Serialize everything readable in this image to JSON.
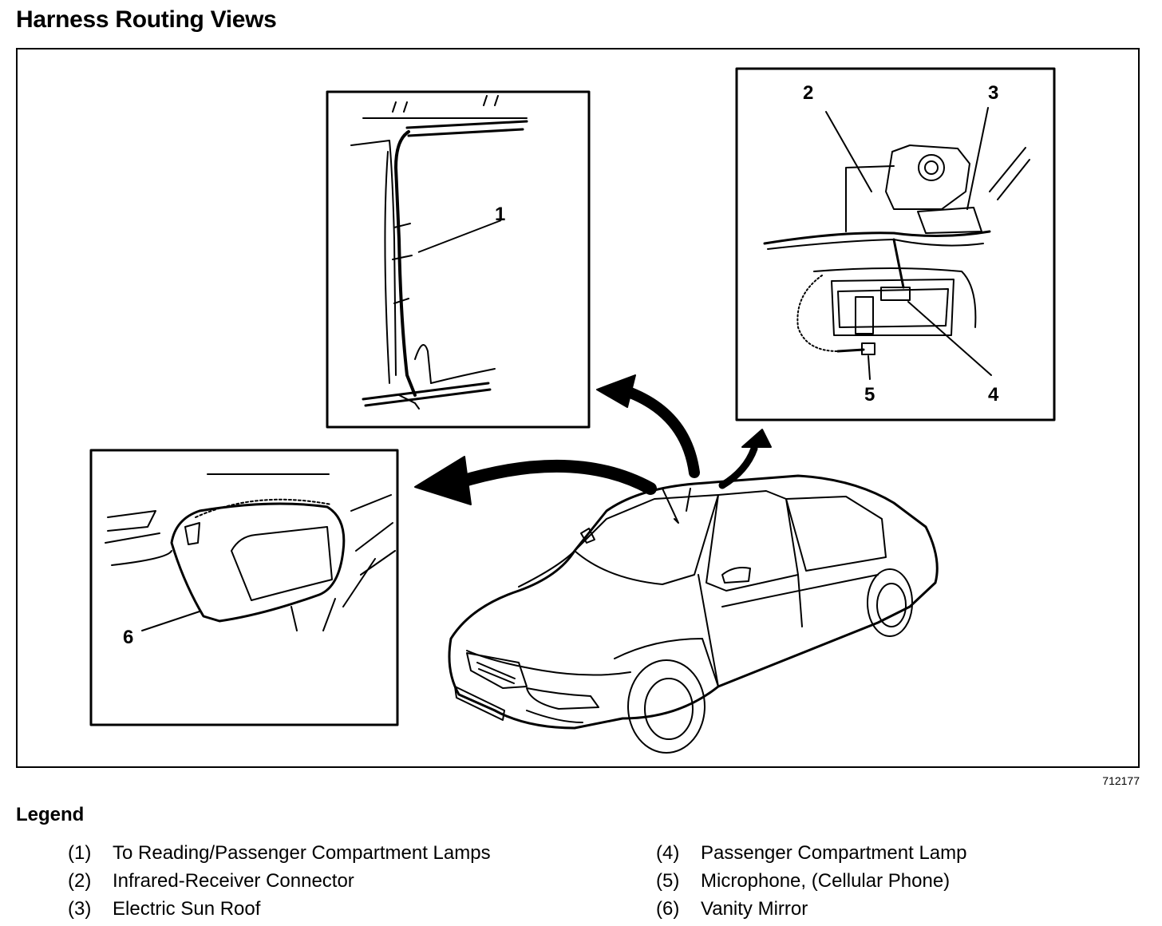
{
  "title": "Harness Routing Views",
  "figure_id": "712177",
  "callouts": [
    "1",
    "2",
    "3",
    "4",
    "5",
    "6"
  ],
  "legend": {
    "title": "Legend",
    "left": [
      {
        "num": "(1)",
        "label": "To Reading/Passenger Compartment Lamps"
      },
      {
        "num": "(2)",
        "label": "Infrared-Receiver Connector"
      },
      {
        "num": "(3)",
        "label": "Electric Sun Roof"
      }
    ],
    "right": [
      {
        "num": "(4)",
        "label": "Passenger Compartment Lamp"
      },
      {
        "num": "(5)",
        "label": "Microphone, (Cellular Phone)"
      },
      {
        "num": "(6)",
        "label": "Vanity Mirror"
      }
    ]
  }
}
